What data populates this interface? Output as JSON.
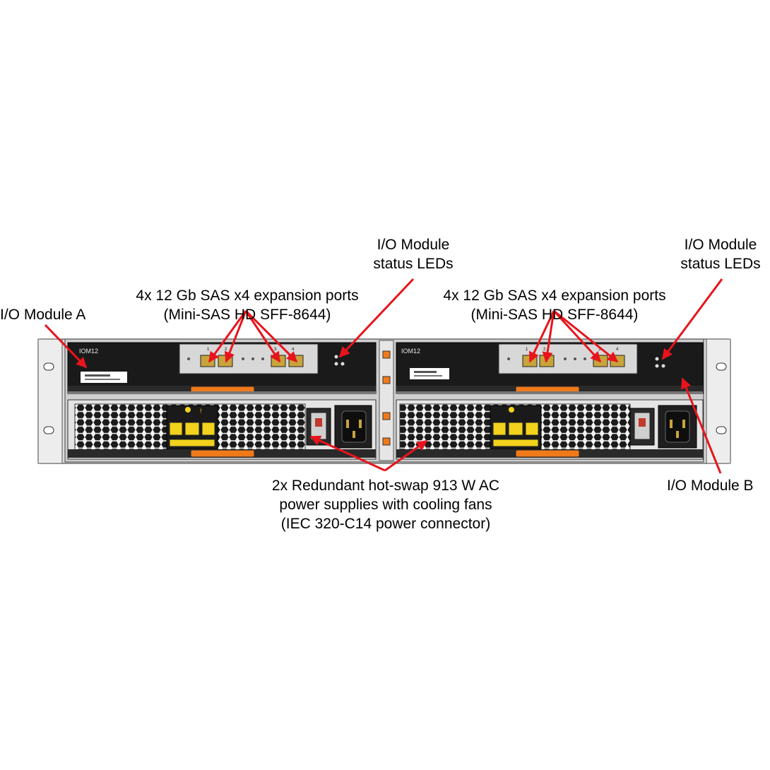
{
  "callouts": {
    "module_a": "I/O Module A",
    "module_b": "I/O Module B",
    "status_leds_left": [
      "I/O Module",
      "status LEDs"
    ],
    "status_leds_right": [
      "I/O Module",
      "status LEDs"
    ],
    "ports_left": [
      "4x 12 Gb SAS x4 expansion ports",
      "(Mini-SAS HD SFF-8644)"
    ],
    "ports_right": [
      "4x 12 Gb SAS x4 expansion ports",
      "(Mini-SAS HD SFF-8644)"
    ],
    "psu": [
      "2x Redundant hot-swap 913 W AC",
      "power supplies with cooling fans",
      "(IEC 320-C14 power connector)"
    ]
  },
  "modules": [
    {
      "label": "IOM12",
      "port_numbers": [
        "1",
        "2",
        "3",
        "4"
      ]
    },
    {
      "label": "IOM12",
      "port_numbers": [
        "1",
        "2",
        "3",
        "4"
      ]
    }
  ],
  "colors": {
    "arrow": "#e8141c",
    "chassis": "#e9e9e9",
    "module_face": "#1a1a1a",
    "latch": "#f07a1a",
    "port_gold": "#c8a43a",
    "warning_label": "#f2d21c"
  },
  "icons": [
    "warning-label-icon",
    "power-switch-icon",
    "iec-c14-connector-icon",
    "fan-grille-icon"
  ]
}
